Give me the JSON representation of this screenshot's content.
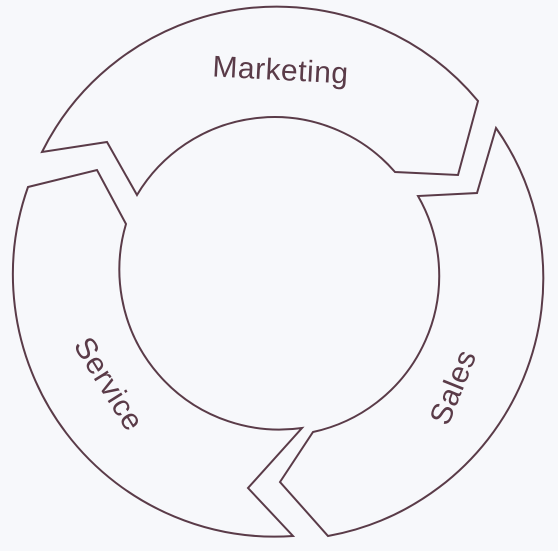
{
  "diagram": {
    "segments": [
      {
        "label": "Marketing"
      },
      {
        "label": "Sales"
      },
      {
        "label": "Service"
      }
    ]
  },
  "colors": {
    "background": "#f7f8fb",
    "stroke": "#5a3b48",
    "text": "#5a3b48"
  }
}
